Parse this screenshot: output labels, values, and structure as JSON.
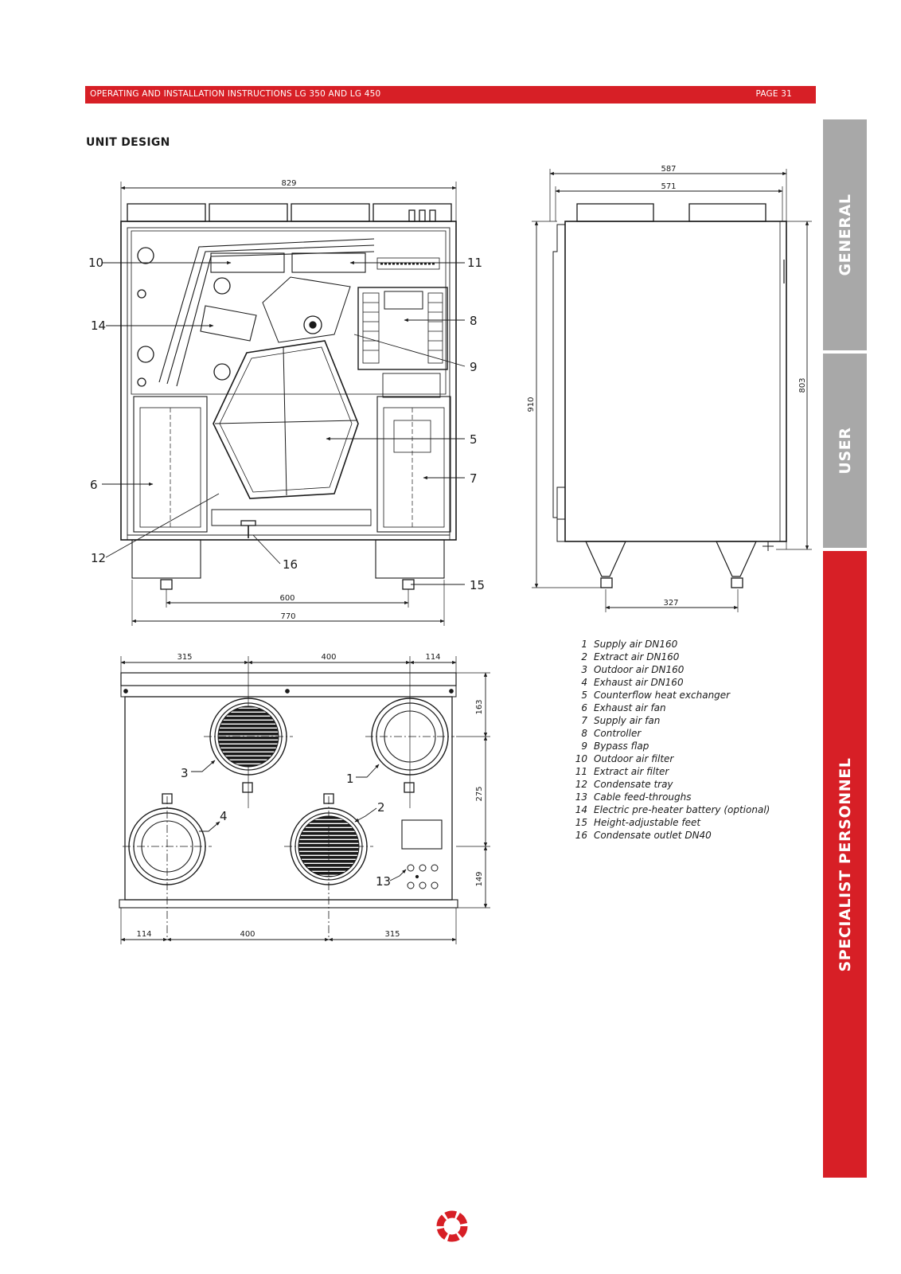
{
  "header": {
    "title": "OPERATING AND INSTALLATION INSTRUCTIONS LG 350 AND LG 450",
    "page": "PAGE 31"
  },
  "section_title": "UNIT DESIGN",
  "side_tabs": {
    "general": "GENERAL",
    "user": "USER",
    "specialist": "SPECIALIST PERSONNEL"
  },
  "colors": {
    "brand_red": "#d71f26",
    "tab_grey": "#a8a8a8"
  },
  "front_view": {
    "dims": {
      "width_top": "829",
      "feet_spacing": "600",
      "base_width": "770"
    },
    "callouts": {
      "c10": "10",
      "c11": "11",
      "c14": "14",
      "c8": "8",
      "c9": "9",
      "c5": "5",
      "c6": "6",
      "c7": "7",
      "c12": "12",
      "c16": "16",
      "c15": "15"
    }
  },
  "side_view": {
    "dims": {
      "depth_outer": "587",
      "depth_inner": "571",
      "height_total": "910",
      "height_body": "803",
      "feet_spacing": "327"
    }
  },
  "top_view": {
    "dims": {
      "top_left": "315",
      "top_mid": "400",
      "top_right": "114",
      "bottom_left": "114",
      "bottom_mid": "400",
      "bottom_right": "315",
      "right_top": "163",
      "right_mid": "275",
      "right_bottom": "149"
    },
    "callouts": {
      "c1": "1",
      "c2": "2",
      "c3": "3",
      "c4": "4",
      "c13": "13"
    }
  },
  "legend": [
    {
      "num": "1",
      "text": "Supply air DN160"
    },
    {
      "num": "2",
      "text": "Extract air DN160"
    },
    {
      "num": "3",
      "text": "Outdoor air DN160"
    },
    {
      "num": "4",
      "text": "Exhaust air DN160"
    },
    {
      "num": "5",
      "text": "Counterflow heat exchanger"
    },
    {
      "num": "6",
      "text": "Exhaust air fan"
    },
    {
      "num": "7",
      "text": "Supply air fan"
    },
    {
      "num": "8",
      "text": "Controller"
    },
    {
      "num": "9",
      "text": "Bypass flap"
    },
    {
      "num": "10",
      "text": "Outdoor air filter"
    },
    {
      "num": "11",
      "text": "Extract air filter"
    },
    {
      "num": "12",
      "text": "Condensate tray"
    },
    {
      "num": "13",
      "text": "Cable feed-throughs"
    },
    {
      "num": "14",
      "text": "Electric pre-heater battery (optional)"
    },
    {
      "num": "15",
      "text": "Height-adjustable feet"
    },
    {
      "num": "16",
      "text": "Condensate outlet DN40"
    }
  ]
}
